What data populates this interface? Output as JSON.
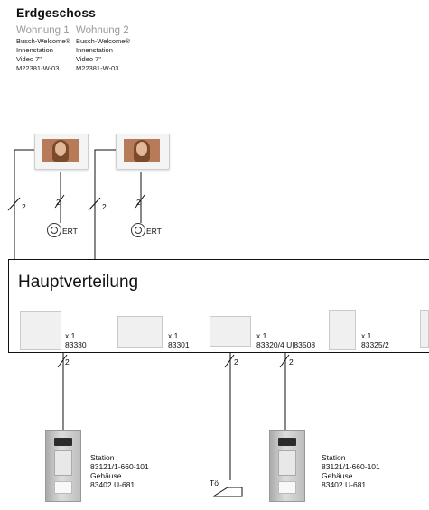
{
  "title": "Erdgeschoss",
  "units": [
    {
      "name": "Wohnung 1",
      "line1": "Busch-Welcome®",
      "line2": "Innenstation",
      "line3": "Video 7\"",
      "line4": "M22381-W-03"
    },
    {
      "name": "Wohnung 2",
      "line1": "Busch-Welcome®",
      "line2": "Innenstation",
      "line3": "Video 7\"",
      "line4": "M22381-W-03"
    }
  ],
  "wire_counts": {
    "w1": "2",
    "w2": "2",
    "w3": "2",
    "w4": "2",
    "w5": "2",
    "w6": "2",
    "w7": "2"
  },
  "ert_label": "ERT",
  "distribution": {
    "title": "Hauptverteilung",
    "devices": [
      {
        "qty": "x 1",
        "code": "83330"
      },
      {
        "qty": "x 1",
        "code": "83301"
      },
      {
        "qty": "x 1",
        "code": "83320/4 U|83508"
      },
      {
        "qty": "x 1",
        "code": "83325/2"
      }
    ]
  },
  "stations": [
    {
      "line1": "Station",
      "line2": "83121/1-660-101",
      "line3": "Gehäuse",
      "line4": "83402 U-681"
    },
    {
      "line1": "Station",
      "line2": "83121/1-660-101",
      "line3": "Gehäuse",
      "line4": "83402 U-681"
    }
  ],
  "door_opener_label": "Tö"
}
